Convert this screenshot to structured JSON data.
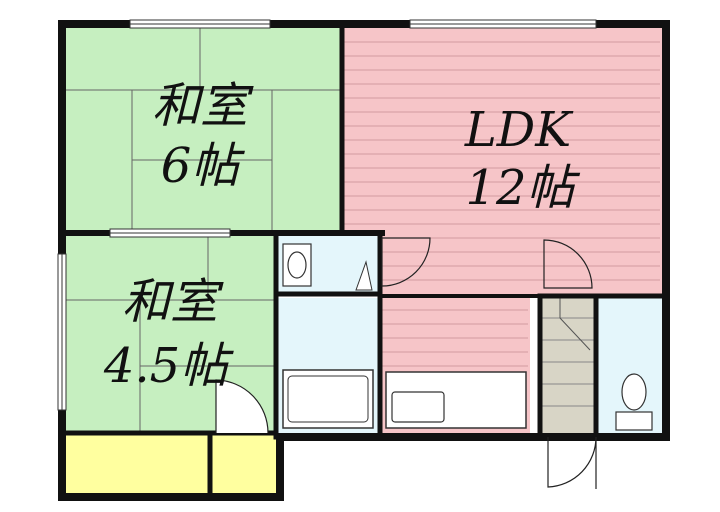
{
  "floorplan": {
    "rooms": {
      "washitsu_6": {
        "name": "和室",
        "size": "6帖",
        "fill": "#c6efc0"
      },
      "washitsu_45": {
        "name": "和室",
        "size": "4.5帖",
        "fill": "#c6efc0"
      },
      "ldk": {
        "name": "LDK",
        "size": "12帖",
        "fill": "#f6c5c8"
      },
      "kitchen": {
        "fill": "#f6c5c8"
      },
      "closet": {
        "fill": "#ffff9f"
      },
      "toilet": {
        "fill": "#e4f6fb"
      },
      "washroom": {
        "fill": "#e4f6fb"
      },
      "bathroom": {
        "fill": "#e4f6fb"
      },
      "stairs": {
        "fill": "#d8d5c6"
      }
    },
    "wall_color": "#111111"
  }
}
